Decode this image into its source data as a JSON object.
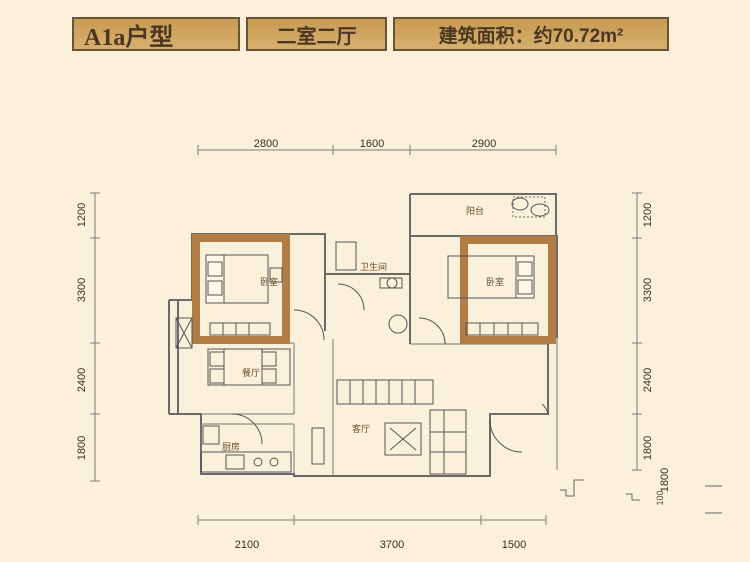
{
  "header": {
    "unit_type": "A1a户型",
    "layout": "二室二厅",
    "area_label": "建筑面积：约70.72m²"
  },
  "dimensions": {
    "top": [
      "2800",
      "1600",
      "2900"
    ],
    "bottom": [
      "2100",
      "3700",
      "1500"
    ],
    "left": [
      "1200",
      "3300",
      "2400",
      "1800"
    ],
    "right": [
      "1200",
      "3300",
      "2400",
      "1800"
    ],
    "corner": "1800",
    "corner_small": "100"
  },
  "rooms": {
    "bedroom_left": "卧室",
    "bedroom_right": "卧室",
    "bathroom": "卫生间",
    "balcony": "阳台",
    "dining": "餐厅",
    "living": "客厅",
    "kitchen": "厨房"
  }
}
